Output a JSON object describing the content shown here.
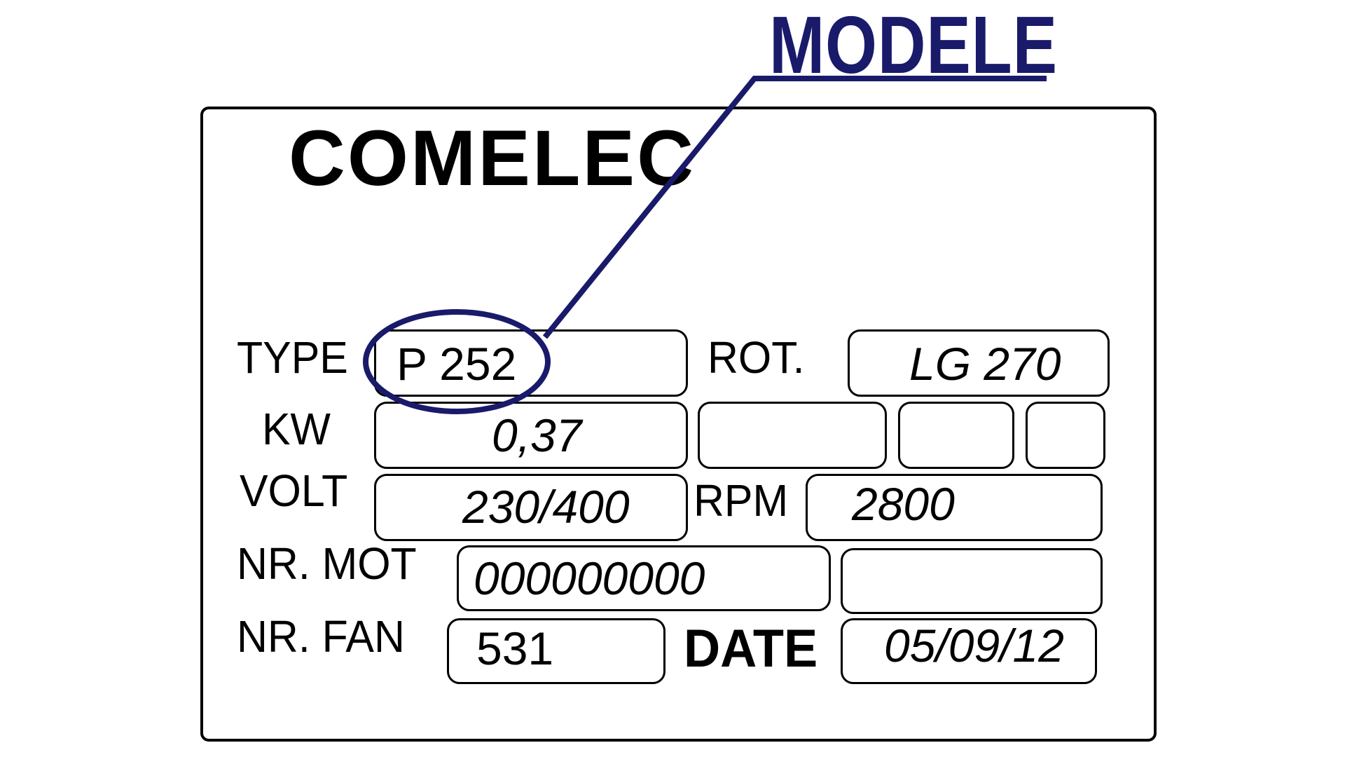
{
  "brand": "COMELEC",
  "callout": {
    "label": "MODELE",
    "color": "#1a1a6b"
  },
  "labels": {
    "type": "TYPE",
    "rot": "ROT.",
    "kw": "KW",
    "volt": "VOLT",
    "rpm": "RPM",
    "nr_mot": "NR. MOT",
    "nr_fan": "NR. FAN",
    "date": "DATE"
  },
  "values": {
    "type": "P 252",
    "rot": "LG 270",
    "kw": "0,37",
    "volt": "230/400",
    "rpm": "2800",
    "nr_mot": "000000000",
    "nr_fan": "531",
    "date": "05/09/12"
  }
}
